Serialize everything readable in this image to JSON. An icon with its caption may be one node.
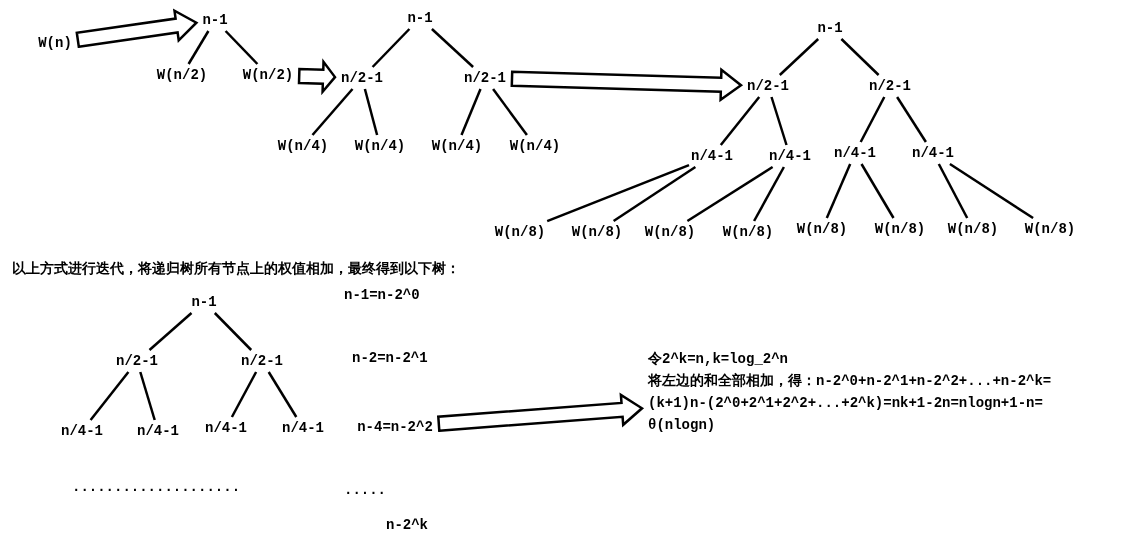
{
  "diagram": {
    "nodes": [
      {
        "text": [
          "W(n)"
        ]
      },
      {
        "text": [
          "n-1"
        ]
      },
      {
        "text": [
          "W(n/2)"
        ]
      },
      {
        "text": [
          "W(n/2)"
        ]
      },
      {
        "text": [
          "n-1"
        ]
      },
      {
        "text": [
          "n/2-1"
        ]
      },
      {
        "text": [
          "n/2-1"
        ]
      },
      {
        "text": [
          "W(n/4)"
        ]
      },
      {
        "text": [
          "W(n/4)"
        ]
      },
      {
        "text": [
          "W(n/4)"
        ]
      },
      {
        "text": [
          "W(n/4)"
        ]
      },
      {
        "text": [
          "n-1"
        ]
      },
      {
        "text": [
          "n/2-1"
        ]
      },
      {
        "text": [
          "n/2-1"
        ]
      },
      {
        "text": [
          "n/4-1"
        ]
      },
      {
        "text": [
          "n/4-1"
        ]
      },
      {
        "text": [
          "n/4-1"
        ]
      },
      {
        "text": [
          "n/4-1"
        ]
      },
      {
        "text": [
          "W(n/8)"
        ]
      },
      {
        "text": [
          "W(n/8)"
        ]
      },
      {
        "text": [
          "W(n/8)"
        ]
      },
      {
        "text": [
          "W(n/8)"
        ]
      },
      {
        "text": [
          "W(n/8)"
        ]
      },
      {
        "text": [
          "W(n/8)"
        ]
      },
      {
        "text": [
          "W(n/8)"
        ]
      },
      {
        "text": [
          "W(n/8)"
        ]
      },
      {
        "text": [
          "n-1"
        ]
      },
      {
        "text": [
          "n/2-1"
        ]
      },
      {
        "text": [
          "n/2-1"
        ]
      },
      {
        "text": [
          "n/4-1"
        ]
      },
      {
        "text": [
          "n/4-1"
        ]
      },
      {
        "text": [
          "n/4-1"
        ]
      },
      {
        "text": [
          "n/4-1"
        ]
      },
      {
        "text": [
          "n-4=n-2^2"
        ]
      },
      {
        "text": [
          "令2^k=n,k=log_2^n",
          "将左边的和全部相加，得：n-2^0+n-2^1+n-2^2+...+n-2^k=(k+1)n-(2^0+2^1+2^2+...+2^k)=nk+1-2n=nlogn+1-n= θ(nlogn)"
        ]
      }
    ],
    "edges": [
      {
        "from": 0,
        "to": 1,
        "arrow": "to",
        "style": "thick"
      },
      {
        "from": 1,
        "to": 2,
        "arrow": "none"
      },
      {
        "from": 1,
        "to": 3,
        "arrow": "none"
      },
      {
        "from": 3,
        "to": 5,
        "arrow": "to",
        "style": "thick"
      },
      {
        "from": 4,
        "to": 5,
        "arrow": "none"
      },
      {
        "from": 4,
        "to": 6,
        "arrow": "none"
      },
      {
        "from": 5,
        "to": 7,
        "arrow": "none"
      },
      {
        "from": 5,
        "to": 8,
        "arrow": "none"
      },
      {
        "from": 6,
        "to": 9,
        "arrow": "none"
      },
      {
        "from": 6,
        "to": 10,
        "arrow": "none"
      },
      {
        "from": 6,
        "to": 12,
        "arrow": "to",
        "style": "thick"
      },
      {
        "from": 11,
        "to": 12,
        "arrow": "none"
      },
      {
        "from": 11,
        "to": 13,
        "arrow": "none"
      },
      {
        "from": 12,
        "to": 14,
        "arrow": "none"
      },
      {
        "from": 12,
        "to": 15,
        "arrow": "none"
      },
      {
        "from": 13,
        "to": 16,
        "arrow": "none"
      },
      {
        "from": 13,
        "to": 17,
        "arrow": "none"
      },
      {
        "from": 14,
        "to": 18,
        "arrow": "none"
      },
      {
        "from": 14,
        "to": 19,
        "arrow": "none"
      },
      {
        "from": 15,
        "to": 20,
        "arrow": "none"
      },
      {
        "from": 15,
        "to": 21,
        "arrow": "none"
      },
      {
        "from": 16,
        "to": 22,
        "arrow": "none"
      },
      {
        "from": 16,
        "to": 23,
        "arrow": "none"
      },
      {
        "from": 17,
        "to": 24,
        "arrow": "none"
      },
      {
        "from": 17,
        "to": 25,
        "arrow": "none"
      },
      {
        "from": 26,
        "to": 27,
        "arrow": "none"
      },
      {
        "from": 26,
        "to": 28,
        "arrow": "none"
      },
      {
        "from": 27,
        "to": 29,
        "arrow": "none"
      },
      {
        "from": 27,
        "to": 30,
        "arrow": "none"
      },
      {
        "from": 28,
        "to": 31,
        "arrow": "none"
      },
      {
        "from": 28,
        "to": 32,
        "arrow": "none"
      },
      {
        "from": 33,
        "to": 34,
        "arrow": "to",
        "style": "thick"
      }
    ],
    "labels": [
      "以上方式进行迭代，将递归树所有节点上的权值相加，最终得到以下树：",
      "n-1=n-2^0",
      "n-2=n-2^1",
      "....................",
      ".....",
      "n-2^k"
    ]
  }
}
